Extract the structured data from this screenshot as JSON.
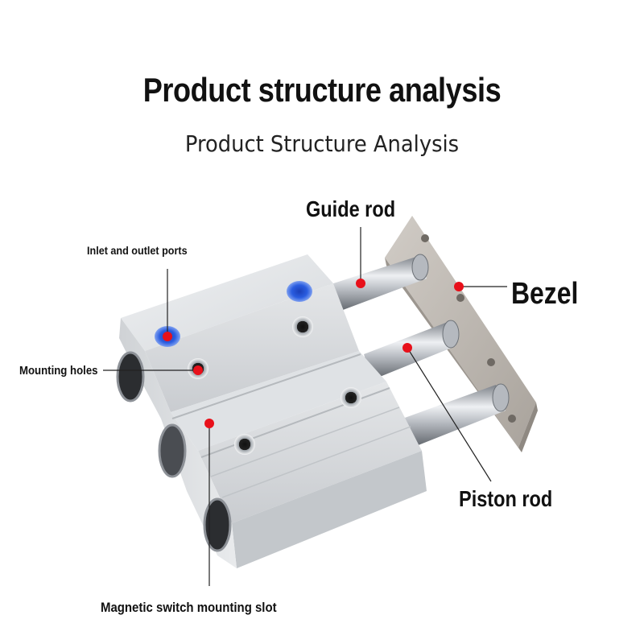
{
  "header": {
    "title": "Product structure analysis",
    "subtitle": "Product Structure Analysis"
  },
  "callouts": {
    "inlet_ports": "Inlet and outlet ports",
    "mounting_holes": "Mounting holes",
    "guide_rod": "Guide rod",
    "bezel": "Bezel",
    "piston_rod": "Piston rod",
    "magnetic_slot": "Magnetic switch mounting slot"
  },
  "colors": {
    "marker": "#e8101a",
    "port_ring": "#2a5de0",
    "body_aluminum": "#d9dcdf",
    "plate_steel": "#b9b3ad"
  }
}
